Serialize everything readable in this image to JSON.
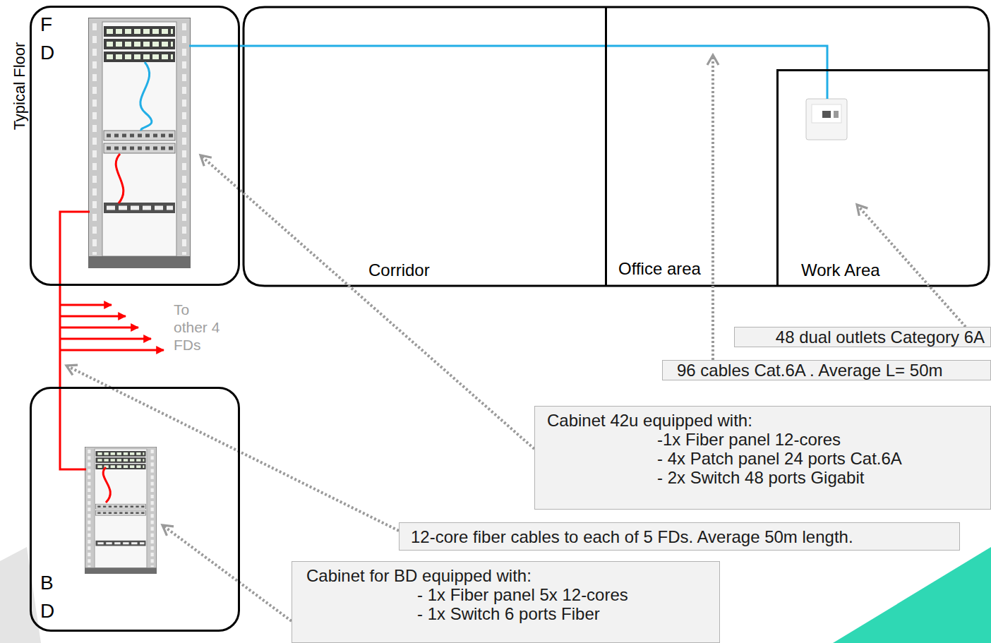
{
  "diagram": {
    "nodes": [
      {
        "text": [
          "F D"
        ]
      },
      {
        "text": [
          "Corridor"
        ]
      },
      {
        "text": [
          "Office area"
        ]
      },
      {
        "text": [
          "Work Area"
        ],
        "in": 2
      },
      {
        "text": [
          "48 dual outlets Category 6A"
        ]
      },
      {
        "text": [
          "96 cables Cat.6A . Average L= 50m"
        ]
      },
      {
        "text": [
          "B D"
        ]
      },
      {
        "text": [
          "Cabinet 42u equipped with:",
          "-1x Fiber panel 12-cores",
          "- 4x Patch panel 24 ports Cat.6A",
          "- 2x Switch 48 ports Gigabit"
        ]
      },
      {
        "text": [
          "12-core fiber cables to each of 5 FDs. Average 50m length."
        ]
      },
      {
        "text": [
          "Cabinet for BD equipped with:",
          "- 1x Fiber panel 5x 12-cores",
          "- 1x Switch 6 ports Fiber"
        ]
      }
    ],
    "edges": [
      {
        "from": 0,
        "to": 3,
        "arrow": "none"
      },
      {
        "from": 6,
        "to": 0,
        "arrow": "none"
      }
    ],
    "labels": [
      "Typical Floor",
      "To other 4 FDs"
    ]
  }
}
